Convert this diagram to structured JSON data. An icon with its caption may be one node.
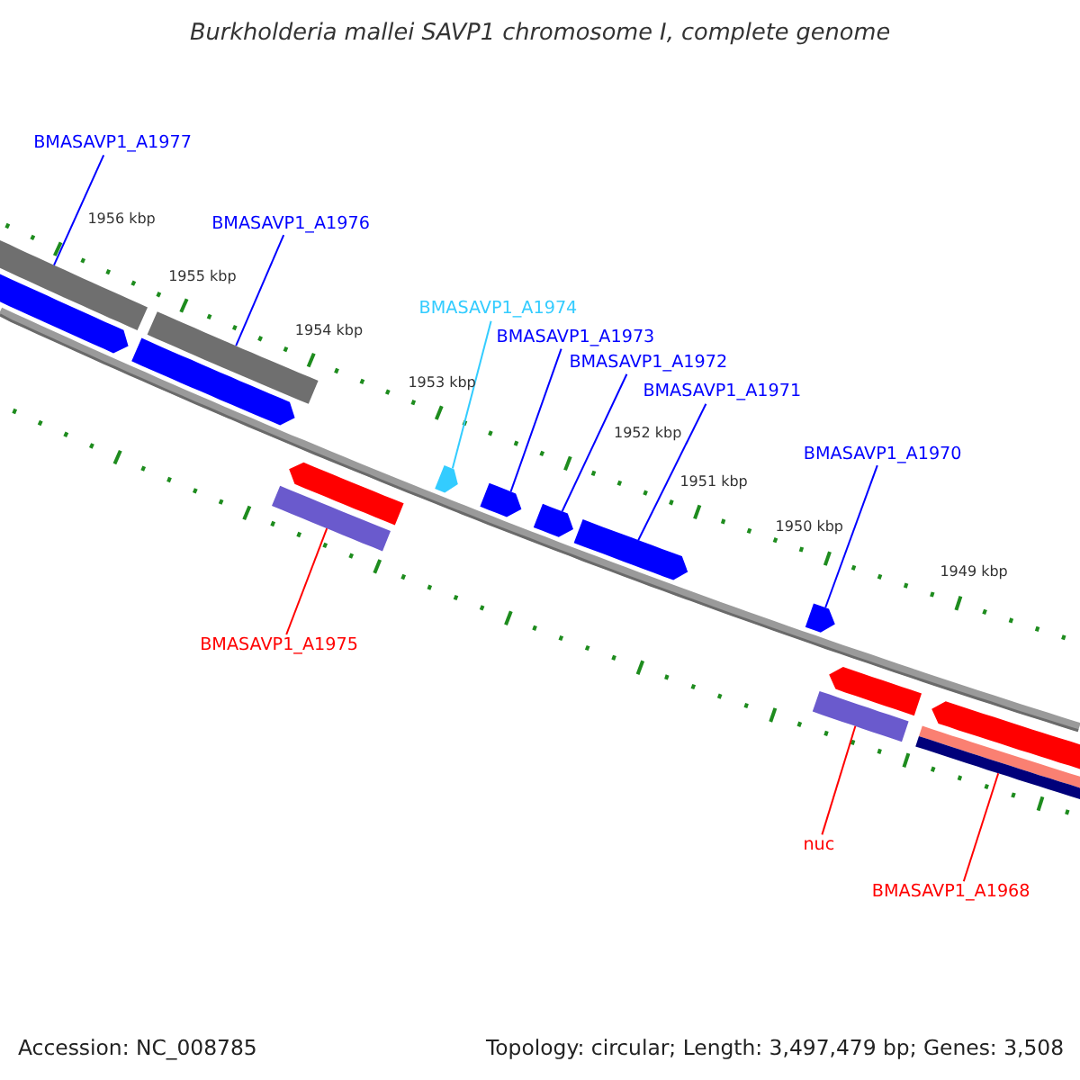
{
  "diagram": {
    "title": "Burkholderia mallei SAVP1 chromosome I, complete genome",
    "nodes": [
      {
        "text": [
          "BMASAVP1_A1977"
        ]
      },
      {
        "text": [],
        "shape": "bar"
      },
      {
        "text": [],
        "shape": "arrow"
      },
      {
        "text": [
          "BMASAVP1_A1976"
        ]
      },
      {
        "text": [],
        "shape": "bar"
      },
      {
        "text": [],
        "shape": "arrow"
      },
      {
        "text": [
          "BMASAVP1_A1974"
        ]
      },
      {
        "text": [],
        "shape": "arrow"
      },
      {
        "text": [
          "BMASAVP1_A1973"
        ]
      },
      {
        "text": [],
        "shape": "arrow"
      },
      {
        "text": [
          "BMASAVP1_A1972"
        ]
      },
      {
        "text": [],
        "shape": "arrow"
      },
      {
        "text": [
          "BMASAVP1_A1971"
        ]
      },
      {
        "text": [],
        "shape": "arrow"
      },
      {
        "text": [
          "BMASAVP1_A1970"
        ]
      },
      {
        "text": [],
        "shape": "arrow"
      },
      {
        "text": [],
        "shape": "arrow"
      },
      {
        "text": [],
        "shape": "bar"
      },
      {
        "text": [
          "BMASAVP1_A1975"
        ]
      },
      {
        "text": [],
        "shape": "arrow"
      },
      {
        "text": [],
        "shape": "bar"
      },
      {
        "text": [],
        "shape": "arrow"
      },
      {
        "text": [],
        "shape": "bar"
      },
      {
        "text": [],
        "shape": "bar"
      },
      {
        "text": [
          "nuc"
        ]
      },
      {
        "text": [
          "BMASAVP1_A1968"
        ]
      }
    ],
    "edges": [
      {
        "from": 0,
        "to": 1,
        "arrow": "none"
      },
      {
        "from": 3,
        "to": 4,
        "arrow": "none"
      },
      {
        "from": 6,
        "to": 7,
        "arrow": "none",
        "color": "#33ccff"
      },
      {
        "from": 8,
        "to": 9,
        "arrow": "none"
      },
      {
        "from": 10,
        "to": 11,
        "arrow": "none"
      },
      {
        "from": 12,
        "to": 13,
        "arrow": "none"
      },
      {
        "from": 14,
        "to": 15,
        "arrow": "none"
      },
      {
        "from": 18,
        "to": 17,
        "arrow": "none",
        "color": "#ff0000"
      },
      {
        "from": 24,
        "to": 20,
        "arrow": "none",
        "color": "#ff0000"
      },
      {
        "from": 25,
        "to": 23,
        "arrow": "none",
        "color": "#ff0000"
      }
    ],
    "labels": [
      "1956 kbp",
      "1955 kbp",
      "1954 kbp",
      "1953 kbp",
      "1952 kbp",
      "1951 kbp",
      "1950 kbp",
      "1949 kbp",
      "Accession: NC_008785",
      "Topology: circular; Length: 3,497,479 bp; Genes: 3,508"
    ]
  }
}
